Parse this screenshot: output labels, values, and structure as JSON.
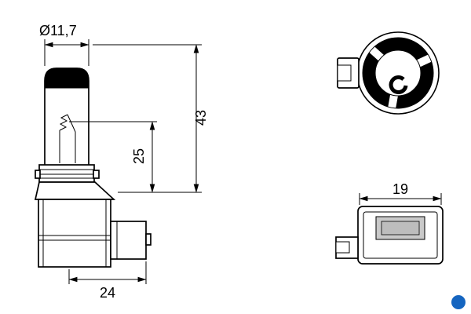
{
  "labels": {
    "diameter": "Ø11,7",
    "overall_length": "43",
    "light_center_length": "25",
    "base_width": "24",
    "base_height": "19"
  },
  "colors": {
    "accent_dot": "#1565c0",
    "line": "#000000",
    "cavity_gray": "#c9c9c9",
    "cavity_inner_gray": "#bdbdbd"
  }
}
